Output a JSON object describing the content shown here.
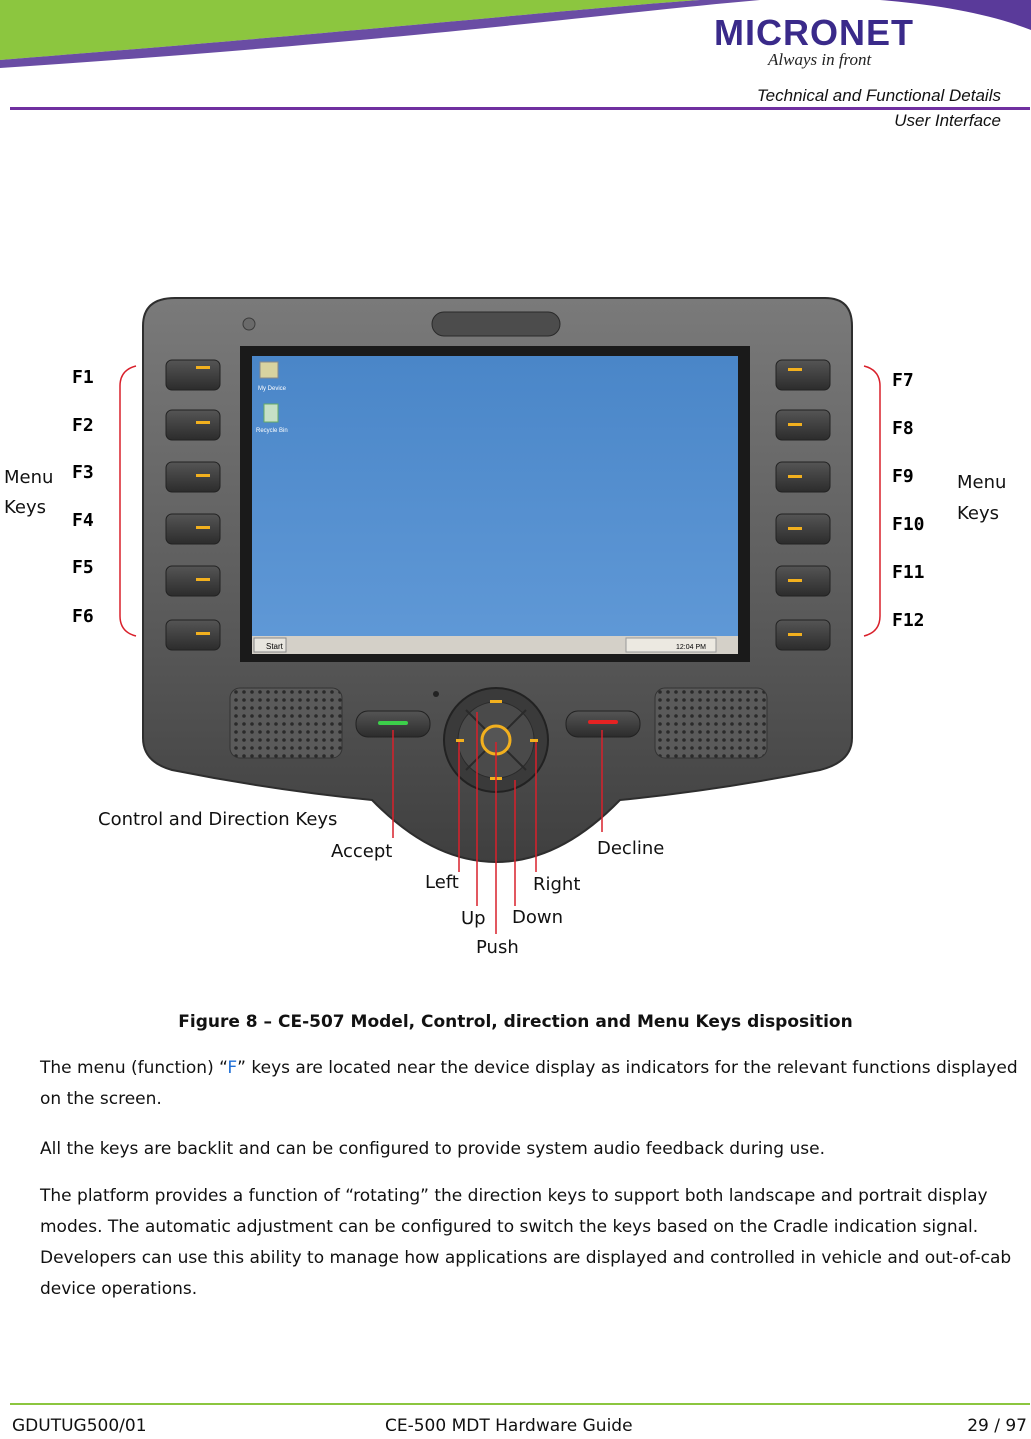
{
  "header": {
    "logo": "MICRONET",
    "tagline": "Always in front",
    "section": "Technical and Functional Details",
    "subsection": "User Interface"
  },
  "device": {
    "left_keys": [
      "F1",
      "F2",
      "F3",
      "F4",
      "F5",
      "F6"
    ],
    "right_keys": [
      "F7",
      "F8",
      "F9",
      "F10",
      "F11",
      "F12"
    ],
    "menu_keys_left": [
      "Menu",
      "Keys"
    ],
    "menu_keys_right": [
      "Menu",
      "Keys"
    ],
    "control_label": "Control and Direction Keys",
    "accept": "Accept",
    "decline": "Decline",
    "left": "Left",
    "right": "Right",
    "up": "Up",
    "down": "Down",
    "push": "Push",
    "desktop_icons": [
      "My Device",
      "Recycle Bin"
    ],
    "start_label": "Start",
    "clock": "12:04 PM"
  },
  "caption": "Figure 8 – CE-507 Model, Control, direction and Menu Keys disposition",
  "para1": {
    "pre": "The menu (function) “",
    "f": "F",
    "post": "” keys are located near the device display as indicators for the relevant functions displayed on the screen."
  },
  "para2": "All the keys are backlit and can be configured to provide system audio feedback during use.",
  "para3": "The platform provides a function of “rotating” the direction keys to support both landscape and portrait display modes. The automatic adjustment can be configured to switch the keys based on the Cradle indication signal. Developers can use this ability to manage how applications are displayed and controlled in vehicle and out-of-cab device operations.",
  "footer": {
    "doc_id": "GDUTUG500/01",
    "title": "CE-500 MDT Hardware Guide",
    "page": "29 / 97"
  },
  "colors": {
    "purple": "#7030a0",
    "green": "#8cc63f",
    "blue_f": "#1f6fd6",
    "leader_red": "#d9202b"
  }
}
